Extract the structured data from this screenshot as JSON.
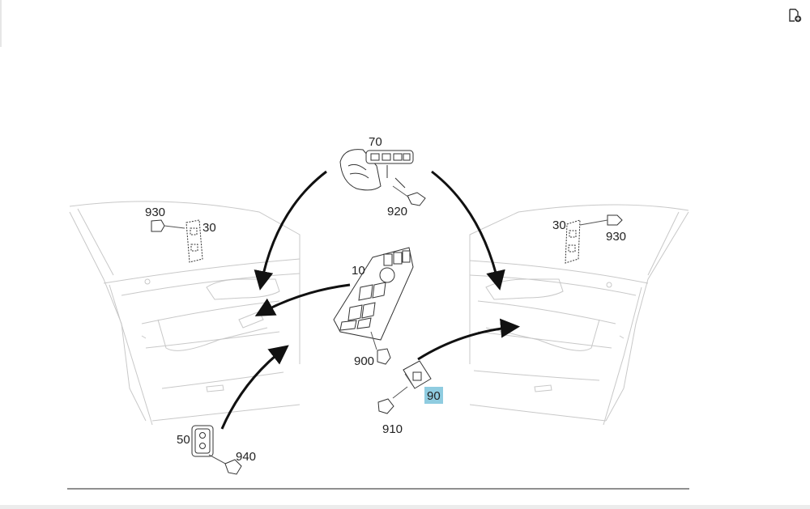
{
  "toolbar": {
    "add_icon": "document-add-icon"
  },
  "diagram": {
    "highlight_color": "#8fcce0",
    "callouts": [
      {
        "id": "70",
        "text": "70"
      },
      {
        "id": "920",
        "text": "920"
      },
      {
        "id": "930-left",
        "text": "930"
      },
      {
        "id": "30-left",
        "text": "30"
      },
      {
        "id": "30-right",
        "text": "30"
      },
      {
        "id": "930-right",
        "text": "930"
      },
      {
        "id": "10",
        "text": "10"
      },
      {
        "id": "900",
        "text": "900"
      },
      {
        "id": "90",
        "text": "90",
        "highlighted": true
      },
      {
        "id": "910",
        "text": "910"
      },
      {
        "id": "50",
        "text": "50"
      },
      {
        "id": "940",
        "text": "940"
      }
    ]
  }
}
